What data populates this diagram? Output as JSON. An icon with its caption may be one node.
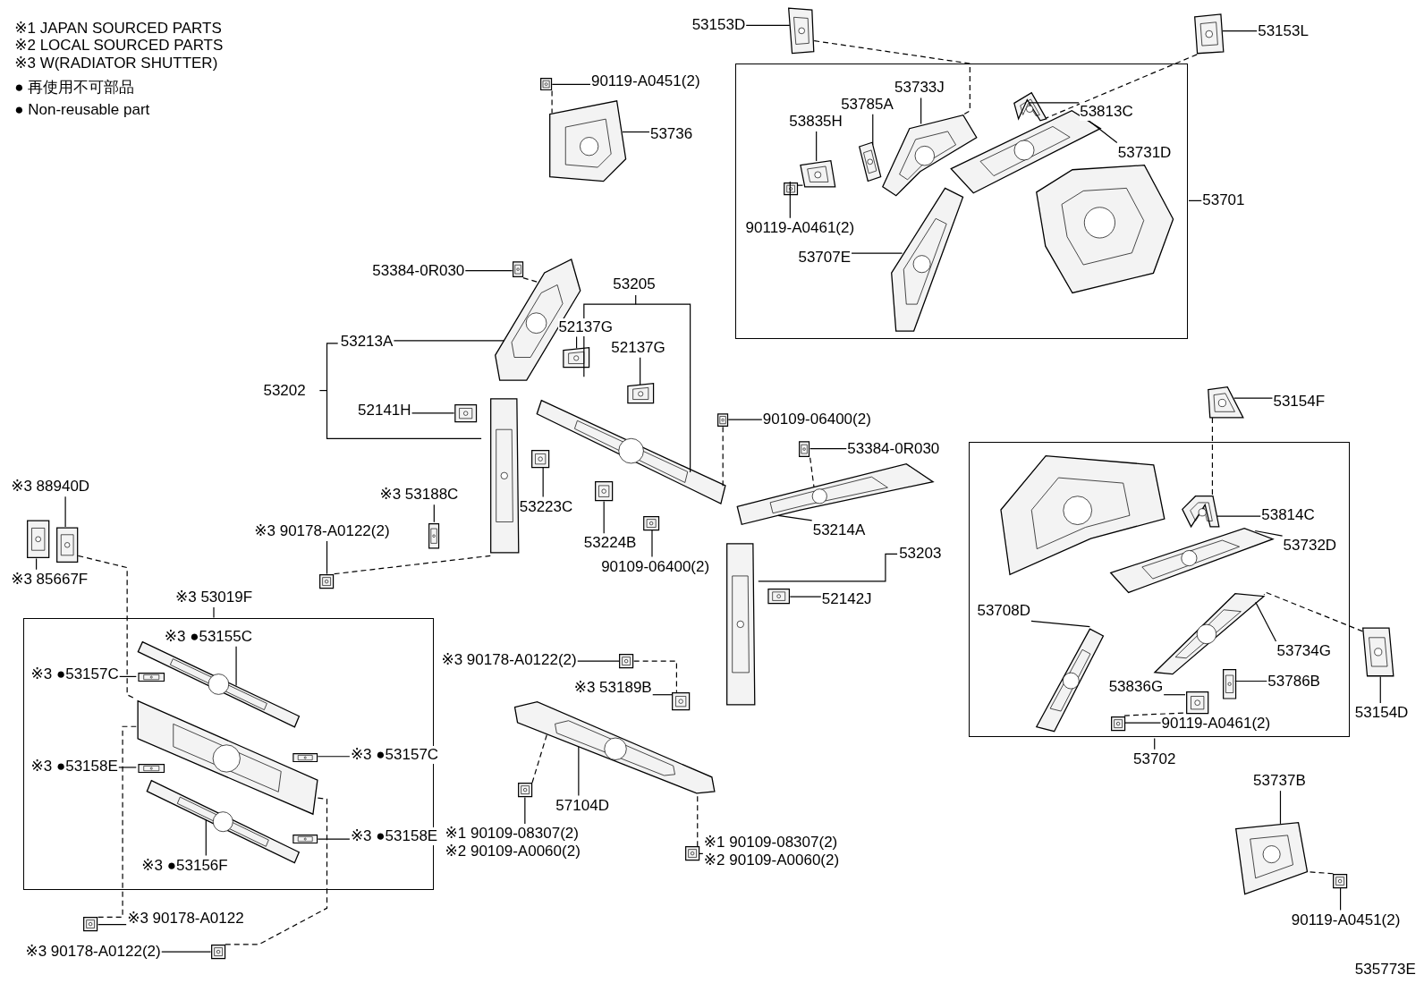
{
  "diagram": {
    "nodes": [
      {
        "text": [
          "53153D"
        ]
      },
      {
        "text": [
          "53153L"
        ]
      },
      {
        "text": [
          "90119-A0451(2)"
        ]
      },
      {
        "text": [
          "53736"
        ]
      },
      {
        "text": [],
        "shape": "box"
      },
      {
        "text": [
          "53733J"
        ],
        "in": 4
      },
      {
        "text": [
          "53785A"
        ],
        "in": 4
      },
      {
        "text": [
          "53835H"
        ],
        "in": 4
      },
      {
        "text": [
          "53813C"
        ],
        "in": 4
      },
      {
        "text": [
          "53731D"
        ],
        "in": 4
      },
      {
        "text": [
          "53701"
        ]
      },
      {
        "text": [
          "90119-A0461(2)"
        ],
        "in": 4
      },
      {
        "text": [
          "53707E"
        ],
        "in": 4
      },
      {
        "text": [
          "53384-0R030"
        ]
      },
      {
        "text": [
          "53213A"
        ]
      },
      {
        "text": [
          "52137G"
        ]
      },
      {
        "text": [
          "52137G"
        ]
      },
      {
        "text": [
          "52141H"
        ]
      },
      {
        "text": [
          "90109-06400(2)"
        ]
      },
      {
        "text": [
          "53384-0R030"
        ]
      },
      {
        "text": [
          "53223C"
        ]
      },
      {
        "text": [
          "53214A"
        ]
      },
      {
        "text": [
          "52142J"
        ]
      },
      {
        "text": [
          "※3 53188C"
        ]
      },
      {
        "text": [
          "※3 90178-A0122(2)"
        ]
      },
      {
        "text": [
          "53224B"
        ]
      },
      {
        "text": [
          "90109-06400(2)"
        ]
      },
      {
        "text": [
          "※3 88940D"
        ]
      },
      {
        "text": [
          "※3 85667F"
        ]
      },
      {
        "text": [
          "※3 53019F"
        ]
      },
      {
        "text": [],
        "shape": "box"
      },
      {
        "text": [
          "※3 ●53155C"
        ],
        "in": 30
      },
      {
        "text": [
          "※3 ●53157C"
        ],
        "in": 30
      },
      {
        "text": [
          "※3 ●53158E"
        ],
        "in": 30
      },
      {
        "text": [
          "※3 ●53157C"
        ],
        "in": 30
      },
      {
        "text": [
          "※3 ●53158E"
        ],
        "in": 30
      },
      {
        "text": [
          "※3 ●53156F"
        ],
        "in": 30
      },
      {
        "text": [
          "※3 90178-A0122(2)"
        ]
      },
      {
        "text": [
          "※3 53189B"
        ]
      },
      {
        "text": [
          "57104D"
        ]
      },
      {
        "text": [
          "※1 90109-08307(2)",
          "※2 90109-A0060(2)"
        ]
      },
      {
        "text": [
          "※1 90109-08307(2)",
          "※2 90109-A0060(2)"
        ]
      },
      {
        "text": [
          "※3 90178-A0122"
        ]
      },
      {
        "text": [
          "※3 90178-A0122(2)"
        ]
      },
      {
        "text": [
          "53154F"
        ]
      },
      {
        "text": [],
        "shape": "box"
      },
      {
        "text": [
          "53814C"
        ],
        "in": 45
      },
      {
        "text": [
          "53732D"
        ],
        "in": 45
      },
      {
        "text": [
          "53708D"
        ],
        "in": 45
      },
      {
        "text": [
          "53734G"
        ],
        "in": 45
      },
      {
        "text": [
          "53836G"
        ],
        "in": 45
      },
      {
        "text": [
          "53786B"
        ],
        "in": 45
      },
      {
        "text": [
          "90119-A0461(2)"
        ],
        "in": 45
      },
      {
        "text": [
          "53702"
        ]
      },
      {
        "text": [
          "53154D"
        ]
      },
      {
        "text": [
          "53737B"
        ]
      },
      {
        "text": [
          "90119-A0451(2)"
        ]
      },
      {
        "text": [],
        "shape": "picture"
      },
      {
        "text": [],
        "shape": "picture"
      },
      {
        "text": [],
        "shape": "picture"
      },
      {
        "text": [],
        "shape": "picture"
      },
      {
        "text": [],
        "shape": "picture",
        "in": 4
      },
      {
        "text": [],
        "shape": "picture",
        "in": 4
      },
      {
        "text": [],
        "shape": "picture",
        "in": 4
      },
      {
        "text": [],
        "shape": "picture",
        "in": 4
      },
      {
        "text": [],
        "shape": "picture",
        "in": 4
      },
      {
        "text": [],
        "shape": "picture",
        "in": 4
      },
      {
        "text": [],
        "shape": "picture",
        "in": 4
      },
      {
        "text": [],
        "shape": "picture"
      },
      {
        "text": [],
        "shape": "picture"
      },
      {
        "text": [],
        "shape": "picture"
      },
      {
        "text": [],
        "shape": "picture"
      },
      {
        "text": [],
        "shape": "picture"
      },
      {
        "text": [],
        "shape": "picture"
      },
      {
        "text": [],
        "shape": "picture"
      },
      {
        "text": [],
        "shape": "picture"
      },
      {
        "text": [],
        "shape": "picture"
      },
      {
        "text": [],
        "shape": "picture"
      },
      {
        "text": [],
        "shape": "picture"
      },
      {
        "text": [],
        "shape": "picture"
      },
      {
        "text": [],
        "shape": "picture"
      },
      {
        "text": [],
        "shape": "picture"
      },
      {
        "text": [],
        "shape": "picture"
      },
      {
        "text": [],
        "shape": "picture"
      },
      {
        "text": [],
        "shape": "picture",
        "in": 30
      },
      {
        "text": [],
        "shape": "picture",
        "in": 30
      },
      {
        "text": [],
        "shape": "picture",
        "in": 30
      },
      {
        "text": [],
        "shape": "picture",
        "in": 30
      },
      {
        "text": [],
        "shape": "picture",
        "in": 30
      },
      {
        "text": [],
        "shape": "picture",
        "in": 30
      },
      {
        "text": [],
        "shape": "picture"
      },
      {
        "text": [],
        "shape": "picture"
      },
      {
        "text": [],
        "shape": "picture"
      },
      {
        "text": [],
        "shape": "picture"
      },
      {
        "text": [],
        "shape": "picture"
      },
      {
        "text": [],
        "shape": "picture"
      },
      {
        "text": [],
        "shape": "picture"
      },
      {
        "text": [],
        "shape": "picture"
      },
      {
        "text": [],
        "shape": "picture",
        "in": 45
      },
      {
        "text": [],
        "shape": "picture",
        "in": 45
      },
      {
        "text": [],
        "shape": "picture",
        "in": 45
      },
      {
        "text": [],
        "shape": "picture",
        "in": 45
      },
      {
        "text": [],
        "shape": "picture",
        "in": 45
      },
      {
        "text": [],
        "shape": "picture",
        "in": 45
      },
      {
        "text": [],
        "shape": "picture",
        "in": 45
      },
      {
        "text": [],
        "shape": "picture"
      },
      {
        "text": [],
        "shape": "picture"
      },
      {
        "text": [],
        "shape": "picture"
      },
      {
        "text": [],
        "shape": "picture"
      },
      {
        "text": [],
        "shape": "picture"
      },
      {
        "text": [],
        "shape": "picture"
      },
      {
        "text": [],
        "shape": "picture",
        "in": 30
      },
      {
        "text": [],
        "shape": "picture",
        "in": 4
      },
      {
        "text": [],
        "shape": "picture",
        "in": 45
      }
    ],
    "edges": [
      {
        "from": 0,
        "to": 57,
        "arrow": "none"
      },
      {
        "from": 1,
        "to": 58,
        "arrow": "none"
      },
      {
        "from": 2,
        "to": 59,
        "arrow": "none"
      },
      {
        "from": 3,
        "to": 60,
        "arrow": "none"
      },
      {
        "from": 5,
        "to": 61,
        "arrow": "none"
      },
      {
        "from": 6,
        "to": 62,
        "arrow": "none"
      },
      {
        "from": 7,
        "to": 63,
        "arrow": "none"
      },
      {
        "from": 8,
        "to": 64,
        "arrow": "none"
      },
      {
        "from": 9,
        "to": 65,
        "arrow": "none"
      },
      {
        "from": 10,
        "to": 4,
        "arrow": "none"
      },
      {
        "from": 11,
        "to": 66,
        "arrow": "none"
      },
      {
        "from": 12,
        "to": 67,
        "arrow": "none"
      },
      {
        "from": 13,
        "to": 68,
        "arrow": "none"
      },
      {
        "from": 14,
        "to": 69,
        "arrow": "none"
      },
      {
        "from": 15,
        "to": 70,
        "arrow": "none"
      },
      {
        "from": 16,
        "to": 71,
        "arrow": "none"
      },
      {
        "from": 17,
        "to": 72,
        "arrow": "none"
      },
      {
        "from": 18,
        "to": 73,
        "arrow": "none"
      },
      {
        "from": 19,
        "to": 74,
        "arrow": "none"
      },
      {
        "from": 20,
        "to": 75,
        "arrow": "none"
      },
      {
        "from": 21,
        "to": 76,
        "arrow": "none"
      },
      {
        "from": 22,
        "to": 77,
        "arrow": "none"
      },
      {
        "from": 23,
        "to": 78,
        "arrow": "none"
      },
      {
        "from": 24,
        "to": 79,
        "arrow": "none"
      },
      {
        "from": 25,
        "to": 80,
        "arrow": "none"
      },
      {
        "from": 26,
        "to": 81,
        "arrow": "none"
      },
      {
        "from": 27,
        "to": 82,
        "arrow": "none"
      },
      {
        "from": 28,
        "to": 83,
        "arrow": "none"
      },
      {
        "from": 29,
        "to": 30,
        "arrow": "none"
      },
      {
        "from": 31,
        "to": 84,
        "arrow": "none"
      },
      {
        "from": 32,
        "to": 85,
        "arrow": "none"
      },
      {
        "from": 33,
        "to": 86,
        "arrow": "none"
      },
      {
        "from": 34,
        "to": 87,
        "arrow": "none"
      },
      {
        "from": 35,
        "to": 88,
        "arrow": "none"
      },
      {
        "from": 36,
        "to": 89,
        "arrow": "none"
      },
      {
        "from": 37,
        "to": 90,
        "arrow": "none"
      },
      {
        "from": 38,
        "to": 91,
        "arrow": "none"
      },
      {
        "from": 39,
        "to": 92,
        "arrow": "none"
      },
      {
        "from": 40,
        "to": 93,
        "arrow": "none"
      },
      {
        "from": 41,
        "to": 94,
        "arrow": "none"
      },
      {
        "from": 42,
        "to": 95,
        "arrow": "none"
      },
      {
        "from": 43,
        "to": 96,
        "arrow": "none"
      },
      {
        "from": 44,
        "to": 97,
        "arrow": "none"
      },
      {
        "from": 46,
        "to": 98,
        "arrow": "none"
      },
      {
        "from": 47,
        "to": 99,
        "arrow": "none"
      },
      {
        "from": 48,
        "to": 100,
        "arrow": "none"
      },
      {
        "from": 49,
        "to": 101,
        "arrow": "none"
      },
      {
        "from": 50,
        "to": 102,
        "arrow": "none"
      },
      {
        "from": 51,
        "to": 103,
        "arrow": "none"
      },
      {
        "from": 52,
        "to": 104,
        "arrow": "none"
      },
      {
        "from": 53,
        "to": 45,
        "arrow": "none"
      },
      {
        "from": 54,
        "to": 105,
        "arrow": "none"
      },
      {
        "from": 55,
        "to": 106,
        "arrow": "none"
      },
      {
        "from": 56,
        "to": 107,
        "arrow": "none"
      },
      {
        "from": 57,
        "to": 61,
        "arrow": "none",
        "style": "dashed"
      },
      {
        "from": 58,
        "to": 64,
        "arrow": "none",
        "style": "dashed"
      },
      {
        "from": 59,
        "to": 60,
        "arrow": "none",
        "style": "dashed"
      },
      {
        "from": 66,
        "to": 63,
        "arrow": "none",
        "style": "dashed"
      },
      {
        "from": 68,
        "to": 69,
        "arrow": "none",
        "style": "dashed"
      },
      {
        "from": 73,
        "to": 109,
        "arrow": "none",
        "style": "dashed"
      },
      {
        "from": 74,
        "to": 76,
        "arrow": "none",
        "style": "dashed"
      },
      {
        "from": 79,
        "to": 108,
        "arrow": "none",
        "style": "dashed"
      },
      {
        "from": 82,
        "to": 111,
        "arrow": "none",
        "style": "dashed"
      },
      {
        "from": 95,
        "to": 111,
        "arrow": "none",
        "style": "dashed"
      },
      {
        "from": 96,
        "to": 111,
        "arrow": "none",
        "style": "dashed"
      },
      {
        "from": 90,
        "to": 91,
        "arrow": "none",
        "style": "dashed"
      },
      {
        "from": 93,
        "to": 92,
        "arrow": "none",
        "style": "dashed"
      },
      {
        "from": 94,
        "to": 92,
        "arrow": "none",
        "style": "dashed"
      },
      {
        "from": 97,
        "to": 98,
        "arrow": "none",
        "style": "dashed"
      },
      {
        "from": 105,
        "to": 101,
        "arrow": "none",
        "style": "dashed"
      },
      {
        "from": 104,
        "to": 102,
        "arrow": "none",
        "style": "dashed"
      },
      {
        "from": 107,
        "to": 106,
        "arrow": "none",
        "style": "dashed"
      }
    ],
    "labels": [
      "※1 JAPAN SOURCED PARTS",
      "※2 LOCAL SOURCED PARTS",
      "※3 W(RADIATOR SHUTTER)",
      "● 再使用不可部品",
      "● Non-reusable part",
      "53205",
      "53202",
      "53203",
      "535773E"
    ]
  }
}
